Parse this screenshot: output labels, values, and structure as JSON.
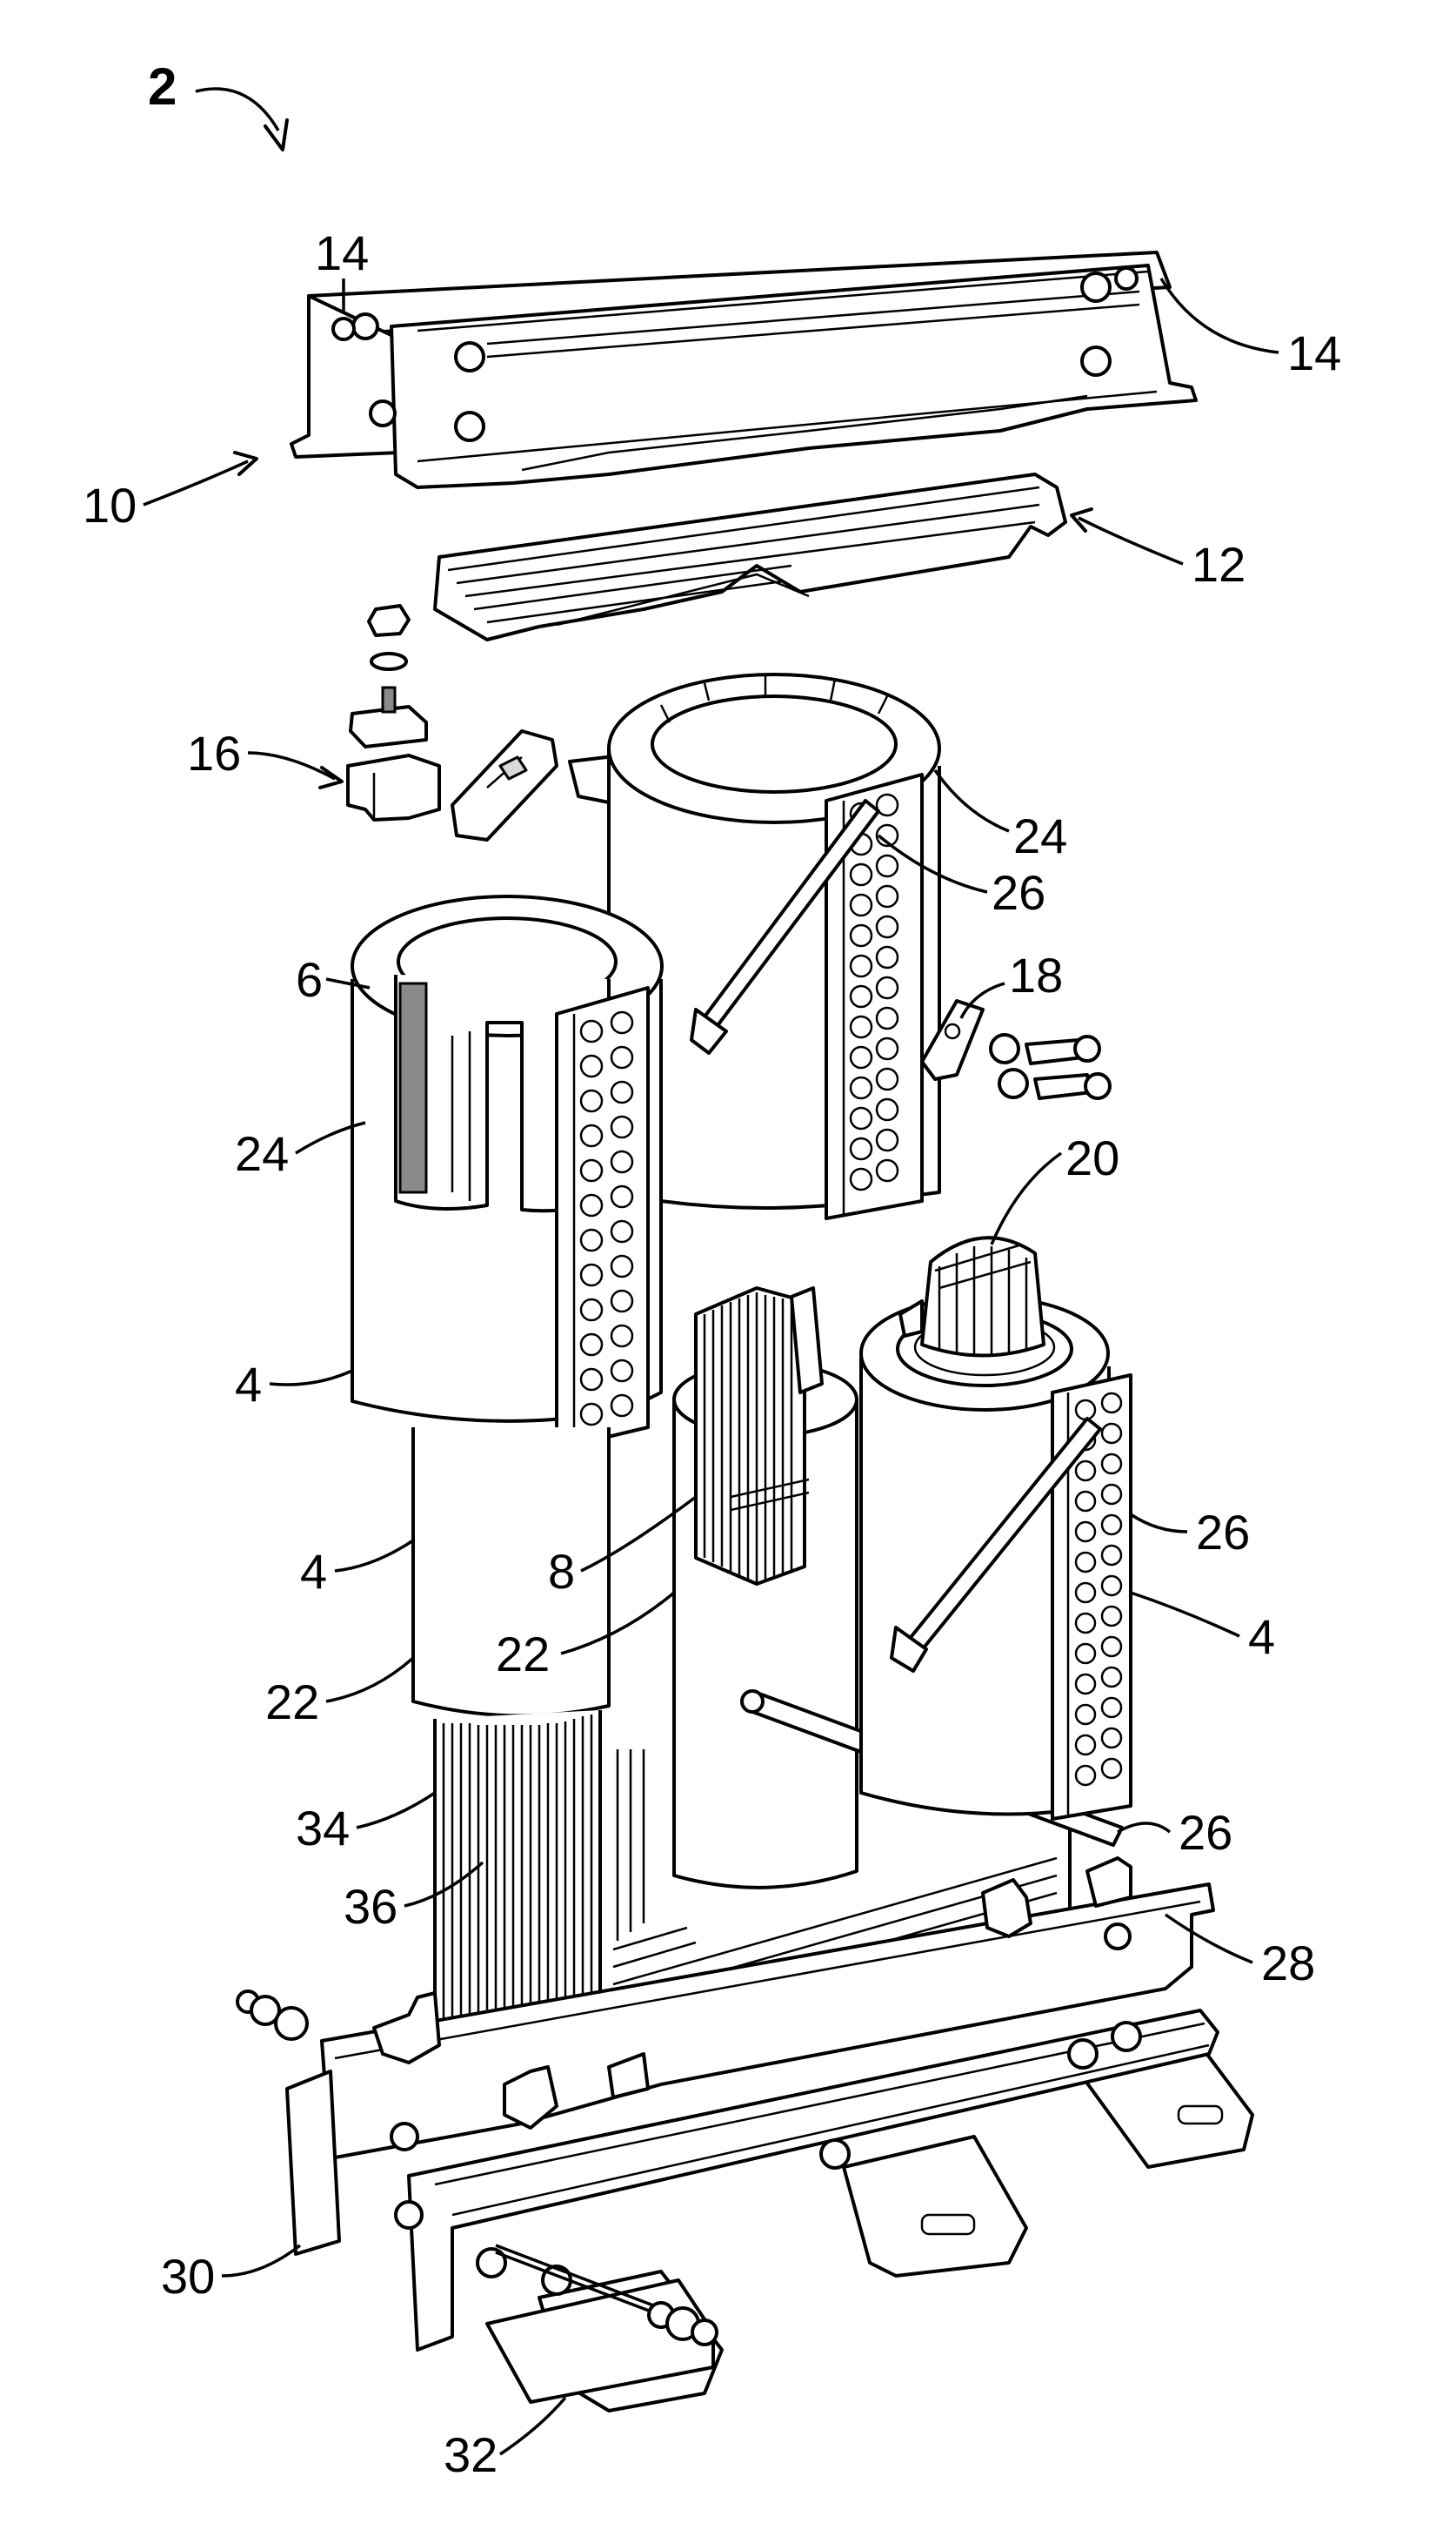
{
  "figure": {
    "labels": {
      "assembly": "2",
      "coil": "4",
      "opening": "6",
      "core_leg": "8",
      "top_frame": "10",
      "top_yoke": "12",
      "frame_bolt": "14",
      "clamp_block": "16",
      "bracket": "18",
      "yoke_end": "20",
      "inner_winding": "22",
      "outer_winding": "24",
      "lead_rod": "26",
      "bottom_yoke": "28",
      "base_frame": "30",
      "skid": "32",
      "lamination_stack": "34",
      "lamination": "36"
    }
  }
}
